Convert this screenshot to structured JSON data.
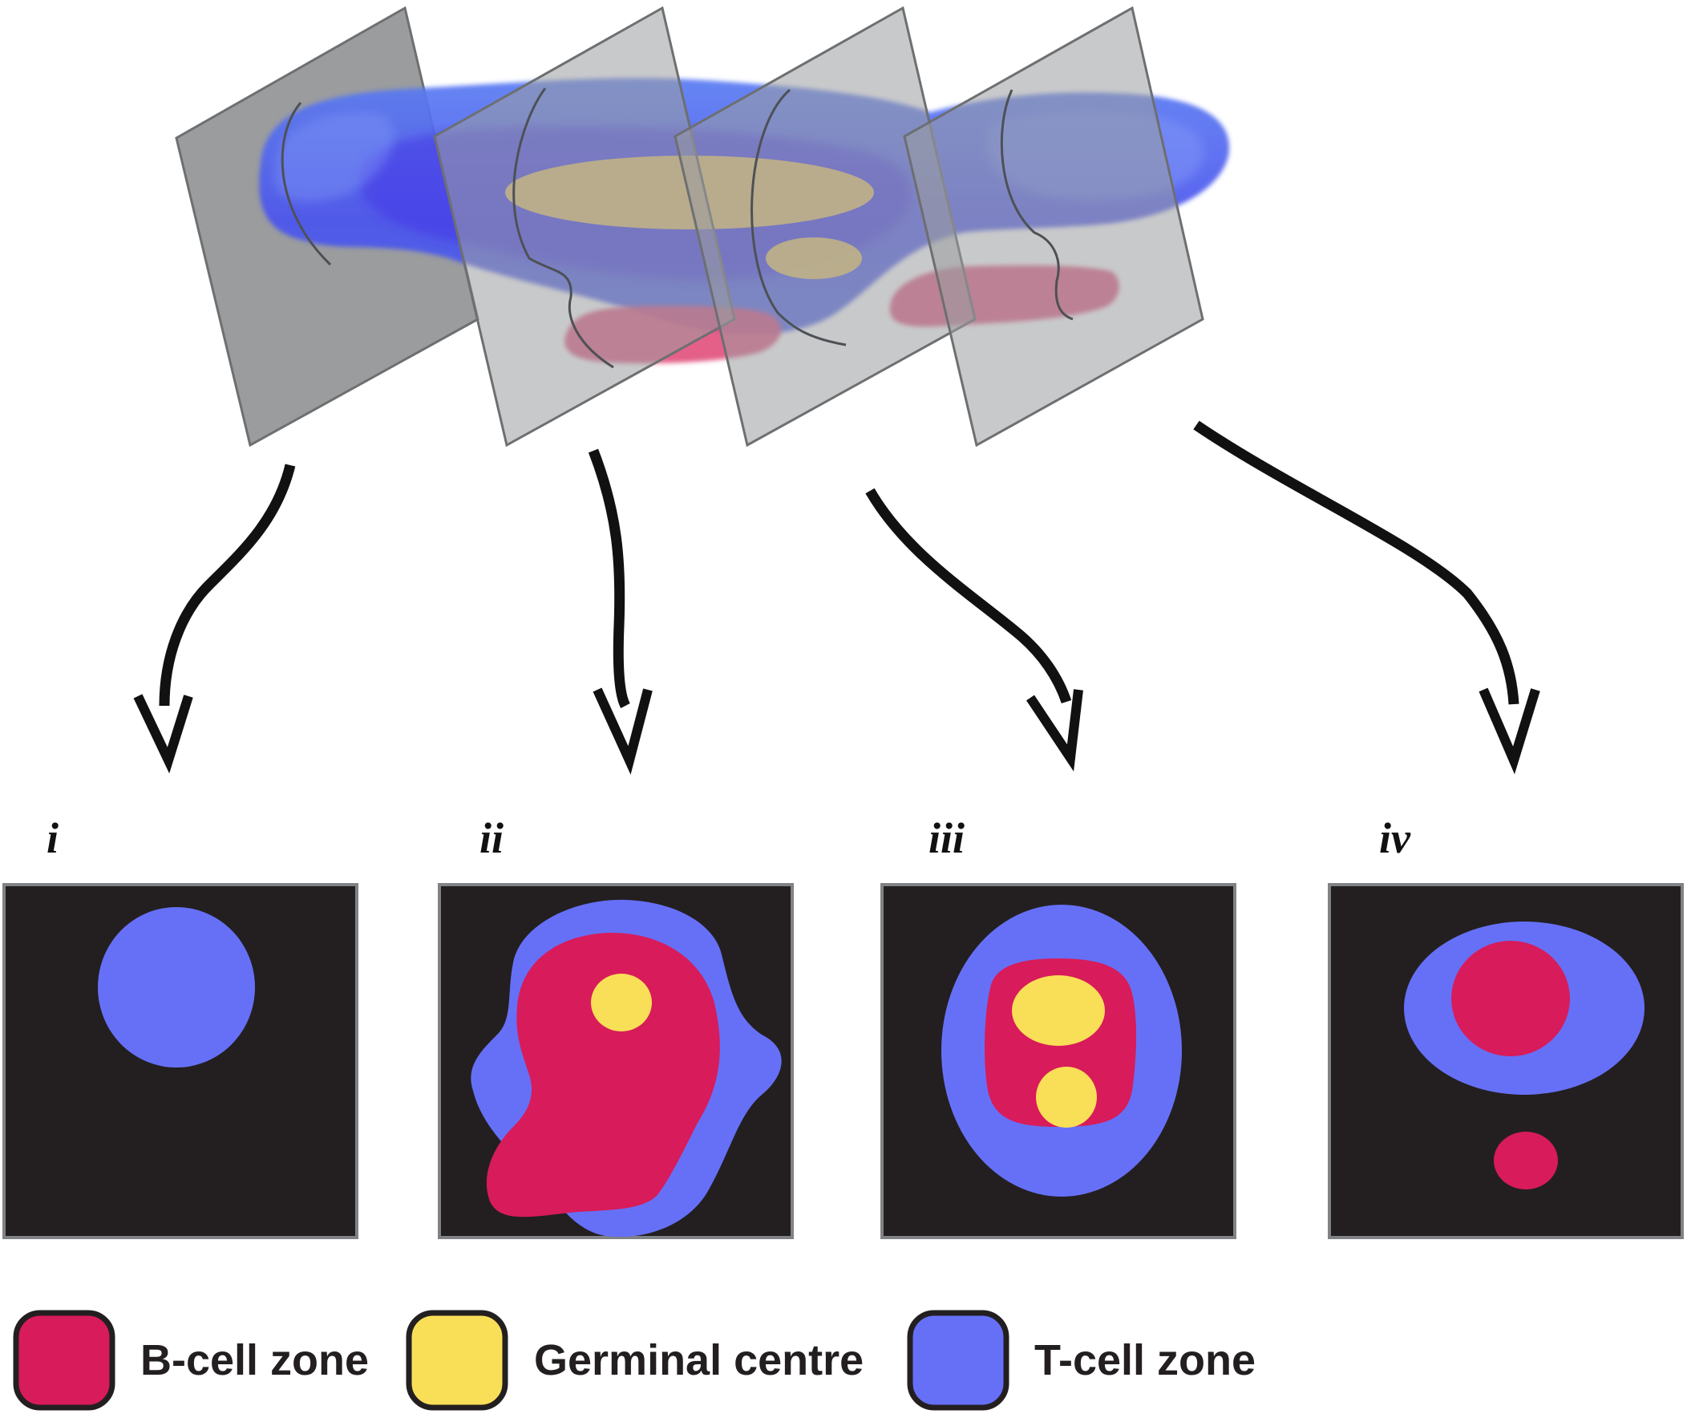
{
  "colors": {
    "b_cell": "#d81b5a",
    "germinal": "#f9df57",
    "t_cell": "#6670f7",
    "section_bg": "#231f20",
    "plane": "#9a9c9e",
    "arrow": "#111111"
  },
  "sections": [
    {
      "id": "i",
      "label": "i"
    },
    {
      "id": "ii",
      "label": "ii"
    },
    {
      "id": "iii",
      "label": "iii"
    },
    {
      "id": "iv",
      "label": "iv"
    }
  ],
  "legend": [
    {
      "key": "b_cell",
      "label": "B-cell zone",
      "color": "#d81b5a"
    },
    {
      "key": "germinal",
      "label": "Germinal centre",
      "color": "#f9df57"
    },
    {
      "key": "t_cell",
      "label": "T-cell zone",
      "color": "#6670f7"
    }
  ],
  "icons": {
    "arrow": "curved-arrow-icon",
    "plane": "cutting-plane"
  }
}
